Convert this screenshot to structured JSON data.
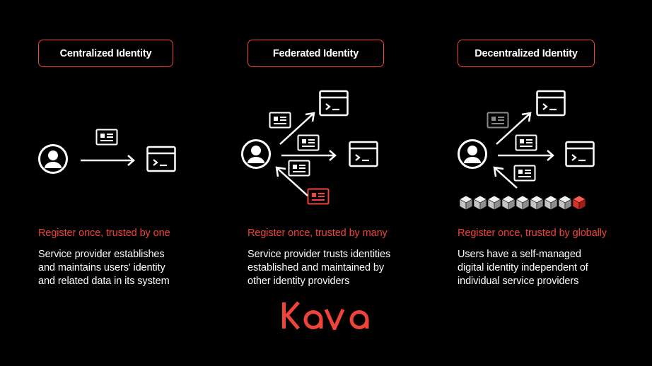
{
  "columns": [
    {
      "title": "Centralized Identity",
      "tagline": "Register once, trusted by one",
      "description_lines": [
        "Service provider establishes",
        "and maintains users' identity",
        "and related data in its system"
      ]
    },
    {
      "title": "Federated Identity",
      "tagline": "Register once, trusted by many",
      "description_lines": [
        "Service provider trusts identities",
        "established and maintained by",
        "other identity providers"
      ]
    },
    {
      "title": "Decentralized Identity",
      "tagline": "Register once, trusted by globally",
      "description_lines": [
        "Users have a self-managed",
        "digital identity independent of",
        "individual service providers"
      ]
    }
  ],
  "logo": "Kava",
  "colors": {
    "background": "#000000",
    "accent": "#f0433a",
    "text": "#ffffff",
    "muted_id_card": "#8a8a8a"
  }
}
